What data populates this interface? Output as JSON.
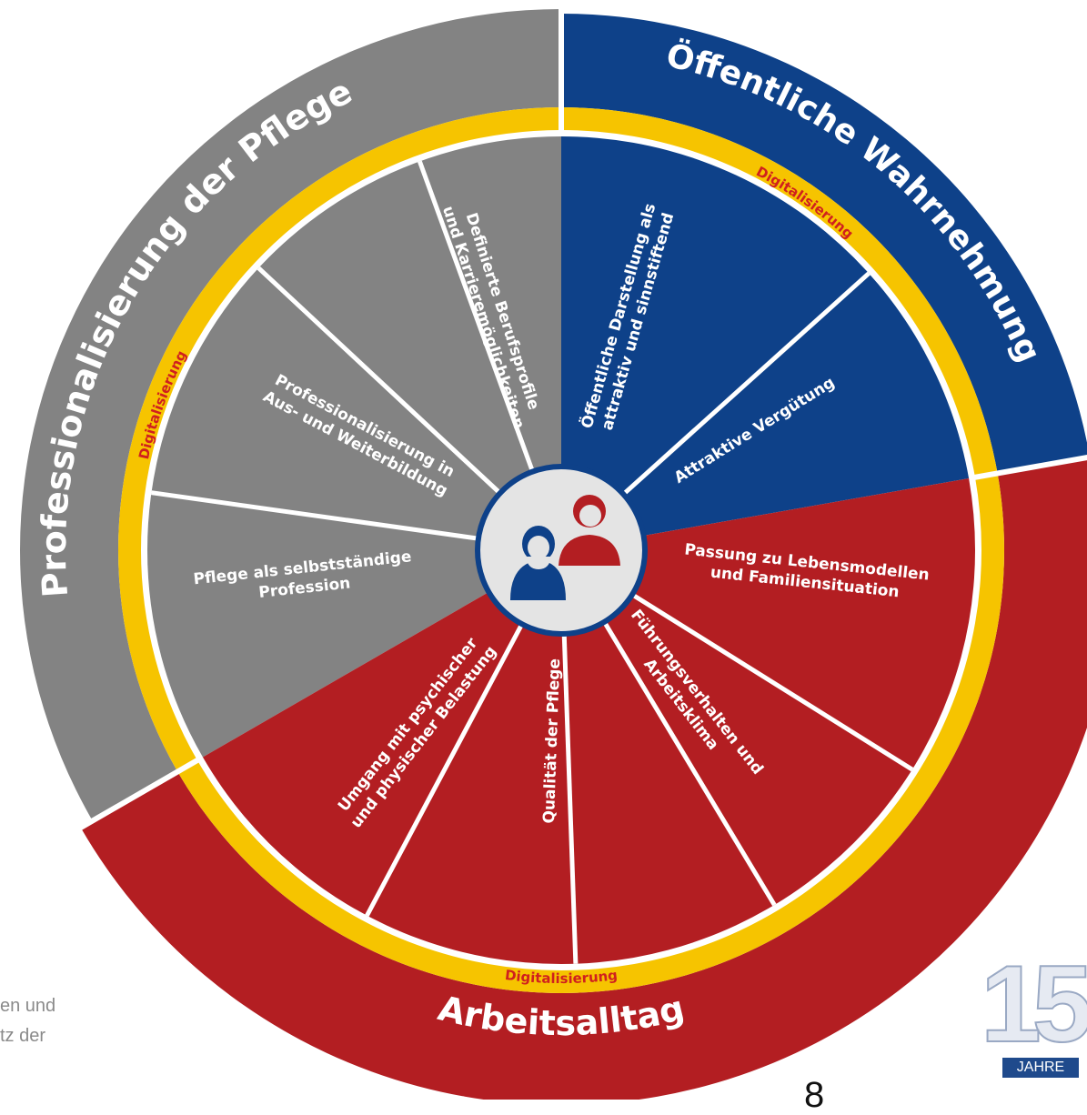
{
  "colors": {
    "grey": "#838383",
    "blue": "#0e4189",
    "red": "#b31e22",
    "yellow": "#f6c400",
    "ring_text_red": "#d0201e",
    "center_bg": "#e4e4e4",
    "center_border": "#0e4189"
  },
  "sections": [
    {
      "id": "professionalisierung",
      "title": "Professionalisierung der Pflege",
      "ring_label": "Digitalisierung",
      "color": "grey",
      "segments": [
        {
          "lines": [
            "Pflege als selbstständige",
            "Profession"
          ]
        },
        {
          "lines": [
            "Professionalisierung in",
            "Aus- und Weiterbildung"
          ]
        },
        {
          "lines": [
            "Definierte Berufsprofile",
            "und Karrieremöglichkeiten"
          ]
        }
      ]
    },
    {
      "id": "wahrnehmung",
      "title": "Öffentliche Wahrnehmung",
      "ring_label": "Digitalisierung",
      "color": "blue",
      "segments": [
        {
          "lines": [
            "Öffentliche Darstellung als",
            "attraktiv und sinnstiftend"
          ]
        },
        {
          "lines": [
            "Attraktive Vergütung"
          ]
        }
      ]
    },
    {
      "id": "arbeitsalltag",
      "title": "Arbeitsalltag",
      "ring_label": "Digitalisierung",
      "color": "red",
      "segments": [
        {
          "lines": [
            "Passung zu Lebensmodellen",
            "und Familiensituation"
          ]
        },
        {
          "lines": [
            "Führungsverhalten und",
            "Arbeitsklima"
          ]
        },
        {
          "lines": [
            "Qualität der Pflege"
          ]
        },
        {
          "lines": [
            "Umgang mit psychischer",
            "und physischer Belastung"
          ]
        }
      ]
    }
  ],
  "center": {
    "icon": "people-icon"
  },
  "side_text": [
    "en und",
    "tz der"
  ],
  "page_number": "8",
  "logo": {
    "number": "15",
    "tag": "JAHRE"
  }
}
